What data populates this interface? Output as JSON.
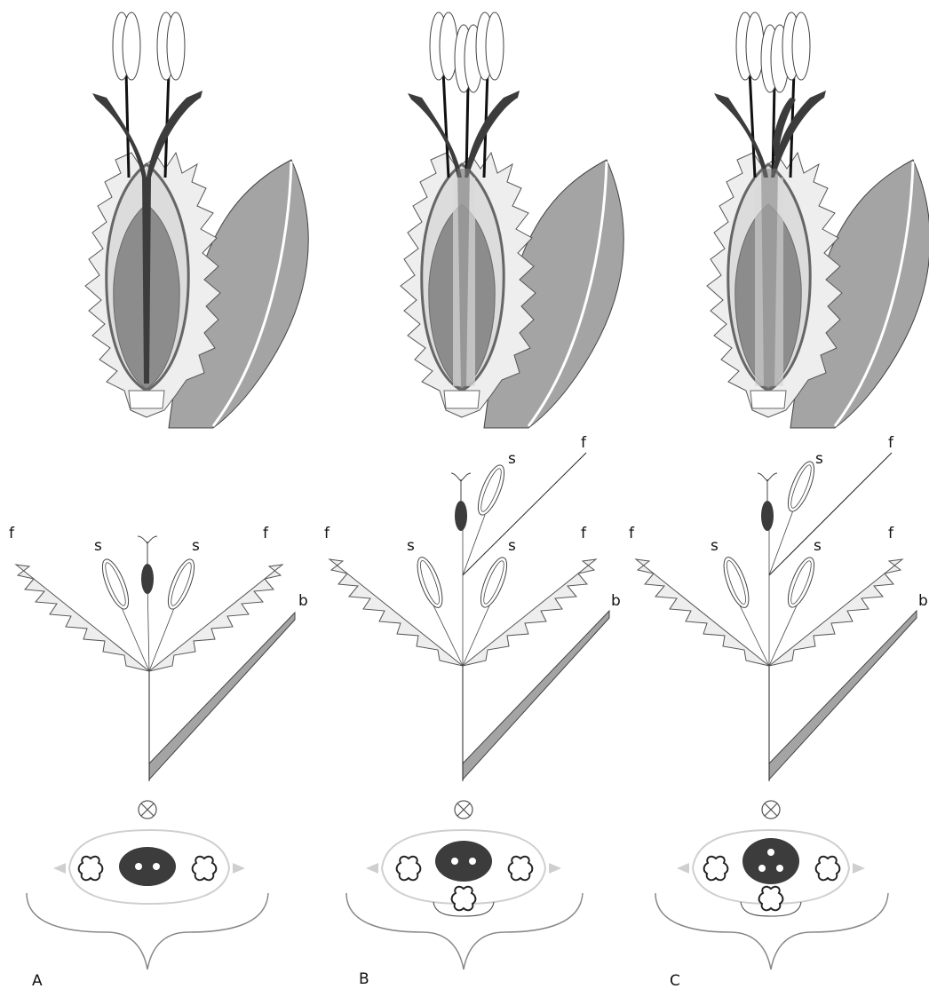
{
  "figure": {
    "panels": [
      {
        "letter": "A",
        "stamens": 2,
        "diagram_labels": {
          "f_left": "f",
          "s_left": "s",
          "s_right": "s",
          "f_right": "f",
          "b": "b"
        },
        "ovary_dots": 2
      },
      {
        "letter": "B",
        "stamens": 3,
        "diagram_labels": {
          "f_left": "f",
          "s_left": "s",
          "s_right": "s",
          "f_right": "f",
          "b": "b",
          "s_upper": "s",
          "f_upper": "f"
        },
        "ovary_dots": 2
      },
      {
        "letter": "C",
        "stamens": 3,
        "diagram_labels": {
          "f_left": "f",
          "s_left": "s",
          "s_right": "s",
          "f_right": "f",
          "b": "b",
          "s_upper": "s",
          "f_upper": "f"
        },
        "ovary_dots": 3
      }
    ],
    "colors": {
      "dark": "#3c3c3c",
      "mid_gray": "#9e9e9e",
      "light_gray": "#ececec",
      "outline": "#555555"
    }
  }
}
